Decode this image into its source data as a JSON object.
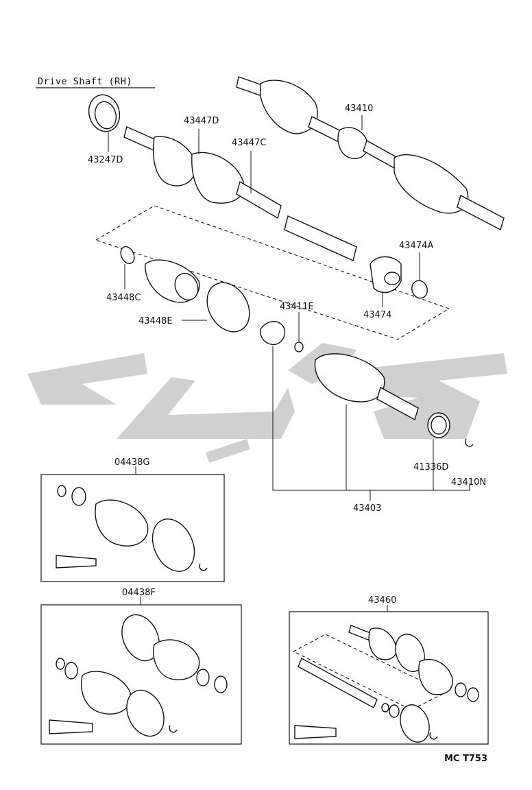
{
  "title": "Drive Shaft (RH)",
  "labels": {
    "p43247D": "43247D",
    "p43447D": "43447D",
    "p43447C": "43447C",
    "p43410": "43410",
    "p43474A": "43474A",
    "p43474": "43474",
    "p43448C": "43448C",
    "p43448E": "43448E",
    "p43411E": "43411E",
    "p41336D": "41336D",
    "p43410N": "43410N",
    "p43403": "43403",
    "p04438G": "04438G",
    "p04438F": "04438F",
    "p43460": "43460"
  },
  "footer": "MC T753"
}
